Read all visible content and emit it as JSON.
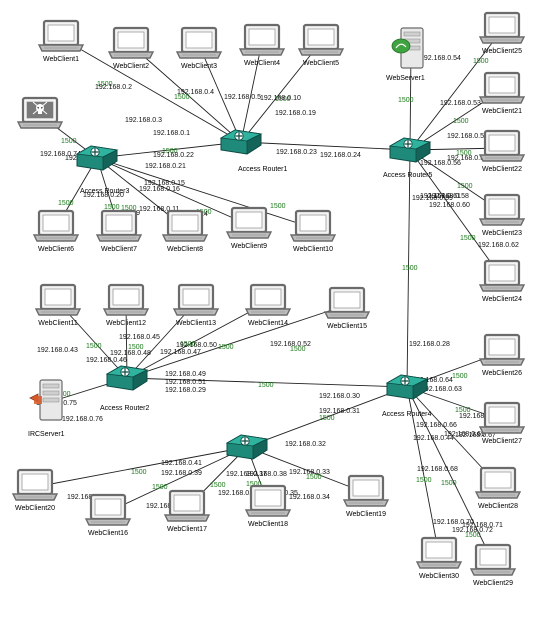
{
  "colors": {
    "link": "#222222",
    "router": "#1f8a7a",
    "laptop_frame": "#6b6b6b",
    "laptop_screen": "#ffffff",
    "webserver_accent": "#3fa33f",
    "ircserver_accent": "#d85a2a",
    "bandwidth_text": "#1a7a1a"
  },
  "nodes": [
    {
      "id": "webclient1",
      "name": "WebClient1",
      "icon": "laptop-icon"
    },
    {
      "id": "webclient2",
      "name": "WebClient2",
      "icon": "laptop-icon"
    },
    {
      "id": "webclient3",
      "name": "WebClient3",
      "icon": "laptop-icon"
    },
    {
      "id": "webclient4",
      "name": "WebClient4",
      "icon": "laptop-icon"
    },
    {
      "id": "webclient5",
      "name": "WebClient5",
      "icon": "laptop-icon"
    },
    {
      "id": "attacker",
      "name": "",
      "icon": "skull-laptop-icon"
    },
    {
      "id": "router1",
      "name": "Access Router1",
      "icon": "router-icon"
    },
    {
      "id": "router3",
      "name": "Access Router3",
      "icon": "router-icon"
    },
    {
      "id": "webserver1",
      "name": "WebServer1",
      "icon": "server-icon"
    },
    {
      "id": "router5",
      "name": "Access Router5",
      "icon": "router-icon"
    },
    {
      "id": "webclient25",
      "name": "WebClient25",
      "icon": "laptop-icon"
    },
    {
      "id": "webclient21",
      "name": "WebClient21",
      "icon": "laptop-icon"
    },
    {
      "id": "webclient22",
      "name": "WebClient22",
      "icon": "laptop-icon"
    },
    {
      "id": "webclient23",
      "name": "WebClient23",
      "icon": "laptop-icon"
    },
    {
      "id": "webclient24",
      "name": "WebClient24",
      "icon": "laptop-icon"
    },
    {
      "id": "webclient6",
      "name": "WebClient6",
      "icon": "laptop-icon"
    },
    {
      "id": "webclient7",
      "name": "WebClient7",
      "icon": "laptop-icon"
    },
    {
      "id": "webclient8",
      "name": "WebClient8",
      "icon": "laptop-icon"
    },
    {
      "id": "webclient9",
      "name": "WebClient9",
      "icon": "laptop-icon"
    },
    {
      "id": "webclient10",
      "name": "WebClient10",
      "icon": "laptop-icon"
    },
    {
      "id": "webclient11",
      "name": "WebClient11",
      "icon": "laptop-icon"
    },
    {
      "id": "webclient12",
      "name": "WebClient12",
      "icon": "laptop-icon"
    },
    {
      "id": "webclient13",
      "name": "WebClient13",
      "icon": "laptop-icon"
    },
    {
      "id": "webclient14",
      "name": "WebClient14",
      "icon": "laptop-icon"
    },
    {
      "id": "webclient15",
      "name": "WebClient15",
      "icon": "laptop-icon"
    },
    {
      "id": "router2",
      "name": "Access Router2",
      "icon": "router-icon"
    },
    {
      "id": "ircserver1",
      "name": "IRCServer1",
      "icon": "server-icon"
    },
    {
      "id": "router4",
      "name": "Access Router4",
      "icon": "router-icon"
    },
    {
      "id": "webclient26",
      "name": "WebClient26",
      "icon": "laptop-icon"
    },
    {
      "id": "webclient27",
      "name": "WebClient27",
      "icon": "laptop-icon"
    },
    {
      "id": "webclient28",
      "name": "WebClient28",
      "icon": "laptop-icon"
    },
    {
      "id": "webclient30",
      "name": "WebClient30",
      "icon": "laptop-icon"
    },
    {
      "id": "webclient29",
      "name": "WebClient29",
      "icon": "laptop-icon"
    },
    {
      "id": "router_bottom",
      "name": "",
      "icon": "router-icon"
    },
    {
      "id": "webclient20",
      "name": "WebClient20",
      "icon": "laptop-icon"
    },
    {
      "id": "webclient16",
      "name": "WebClient16",
      "icon": "laptop-icon"
    },
    {
      "id": "webclient17",
      "name": "WebClient17",
      "icon": "laptop-icon"
    },
    {
      "id": "webclient18",
      "name": "WebClient18",
      "icon": "laptop-icon"
    },
    {
      "id": "webclient19",
      "name": "WebClient19",
      "icon": "laptop-icon"
    }
  ],
  "links": [
    {
      "from": "webclient1",
      "to": "router1"
    },
    {
      "from": "webclient2",
      "to": "router1"
    },
    {
      "from": "webclient3",
      "to": "router1"
    },
    {
      "from": "webclient4",
      "to": "router1"
    },
    {
      "from": "webclient5",
      "to": "router1"
    },
    {
      "from": "router3",
      "to": "router1"
    },
    {
      "from": "router1",
      "to": "router5"
    },
    {
      "from": "webserver1",
      "to": "router5"
    },
    {
      "from": "webclient25",
      "to": "router5"
    },
    {
      "from": "webclient21",
      "to": "router5"
    },
    {
      "from": "webclient22",
      "to": "router5"
    },
    {
      "from": "webclient23",
      "to": "router5"
    },
    {
      "from": "webclient24",
      "to": "router5"
    },
    {
      "from": "router5",
      "to": "router4"
    },
    {
      "from": "attacker",
      "to": "router3"
    },
    {
      "from": "webclient6",
      "to": "router3"
    },
    {
      "from": "webclient7",
      "to": "router3"
    },
    {
      "from": "webclient8",
      "to": "router3"
    },
    {
      "from": "webclient9",
      "to": "router3"
    },
    {
      "from": "webclient10",
      "to": "router3"
    },
    {
      "from": "webclient11",
      "to": "router2"
    },
    {
      "from": "webclient12",
      "to": "router2"
    },
    {
      "from": "webclient13",
      "to": "router2"
    },
    {
      "from": "webclient14",
      "to": "router2"
    },
    {
      "from": "webclient15",
      "to": "router2"
    },
    {
      "from": "ircserver1",
      "to": "router2"
    },
    {
      "from": "router2",
      "to": "router4"
    },
    {
      "from": "router_bottom",
      "to": "router4"
    },
    {
      "from": "webclient26",
      "to": "router4"
    },
    {
      "from": "webclient27",
      "to": "router4"
    },
    {
      "from": "webclient28",
      "to": "router4"
    },
    {
      "from": "webclient30",
      "to": "router4"
    },
    {
      "from": "webclient29",
      "to": "router4"
    },
    {
      "from": "webclient20",
      "to": "router_bottom"
    },
    {
      "from": "webclient16",
      "to": "router_bottom"
    },
    {
      "from": "webclient17",
      "to": "router_bottom"
    },
    {
      "from": "webclient18",
      "to": "router_bottom"
    },
    {
      "from": "webclient19",
      "to": "router_bottom"
    }
  ],
  "ip_labels": [
    "192.168.0.2",
    "192.168.0.3",
    "192.168.0.4",
    "192.168.0.5",
    "192.168.0.10",
    "192.168.0.19",
    "192.168.0.1",
    "192.168.0.22",
    "192.168.0.21",
    "192.168.0.23",
    "192.168.0.24",
    "192.168.0.74",
    "192.168.0.20",
    "192.168.0.15",
    "192.168.0.16",
    "192.168.0.11",
    "192.168.0.14",
    "192.168.0.9",
    "192.168.0.54",
    "192.168.0.53",
    "192.168.0.55",
    "192.168.0.56",
    "192.168.0.57",
    "192.168.0.58",
    "192.168.0.59",
    "192.168.0.60",
    "192.168.0.61",
    "192.168.0.62",
    "192.168.0.43",
    "192.168.0.45",
    "192.168.0.46",
    "192.168.0.47",
    "192.168.0.48",
    "192.168.0.49",
    "192.168.0.50",
    "192.168.0.51",
    "192.168.0.52",
    "192.168.0.29",
    "192.168.0.75",
    "192.168.0.76",
    "192.168.0.28",
    "192.168.0.30",
    "192.168.0.31",
    "192.168.0.63",
    "192.168.0.64",
    "192.168.0.65",
    "192.168.0.66",
    "192.168.0.67",
    "192.168.0.68",
    "192.168.0.69",
    "192.168.0.70",
    "192.168.0.71",
    "192.168.0.72",
    "192.168.0.32",
    "192.168.0.41",
    "192.168.0.39",
    "192.168.0.42",
    "192.168.0.40",
    "192.168.0.33",
    "192.168.0.34",
    "192.168.0.35",
    "192.168.0.36",
    "192.168.0.37",
    "192.168.0.38",
    "192.168.0.73",
    "192.168.0.44"
  ],
  "bandwidth_label": "1500"
}
